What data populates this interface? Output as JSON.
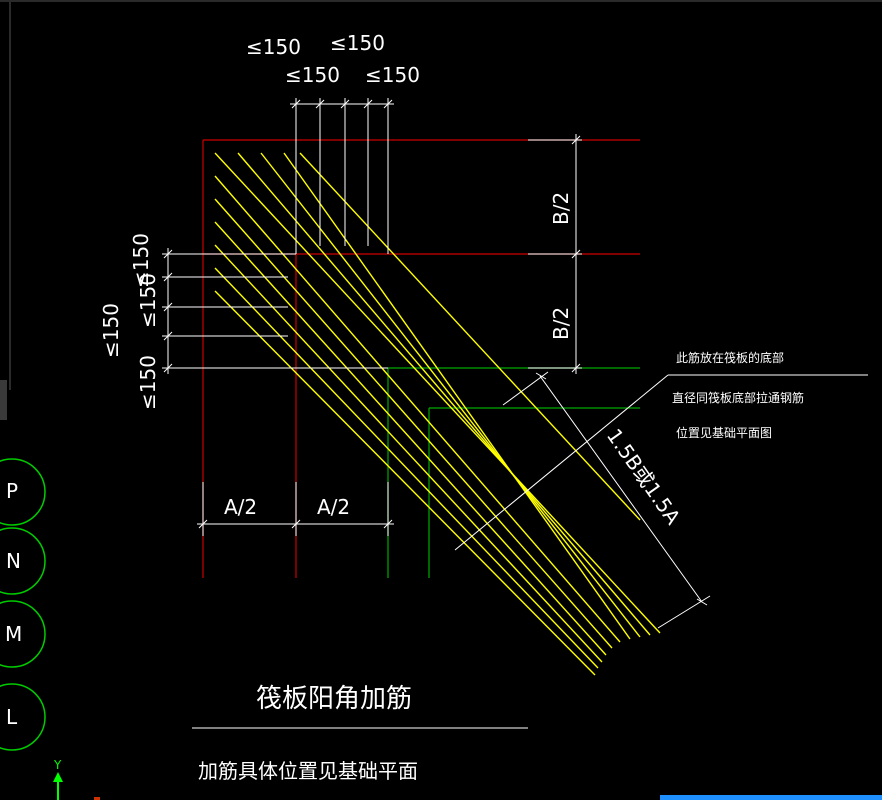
{
  "colors": {
    "background": "#000000",
    "rebar": "#ffff00",
    "grid_red": "#cc0000",
    "green": "#00aa00",
    "dimension": "#ffffff",
    "accent_blue": "#1e90ff"
  },
  "dims": {
    "top_left_1": "≤150",
    "top_left_2": "≤150",
    "top_right_1": "≤150",
    "top_right_2": "≤150",
    "left_1": "≤150",
    "left_2": "≤150",
    "left_3": "≤150",
    "left_4": "≤150",
    "b_half_1": "B/2",
    "b_half_2": "B/2",
    "a_half_1": "A/2",
    "a_half_2": "A/2",
    "diag": "1.5B或1.5A"
  },
  "notes": {
    "line1": "此筋放在筏板的底部",
    "line2": "直径同筏板底部拉通钢筋",
    "line3": "位置见基础平面图"
  },
  "title": "筏板阳角加筋",
  "subtitle": "加筋具体位置见基础平面",
  "side_buttons": [
    "P",
    "N",
    "M",
    "L"
  ],
  "axis": {
    "y_label": "Y"
  }
}
